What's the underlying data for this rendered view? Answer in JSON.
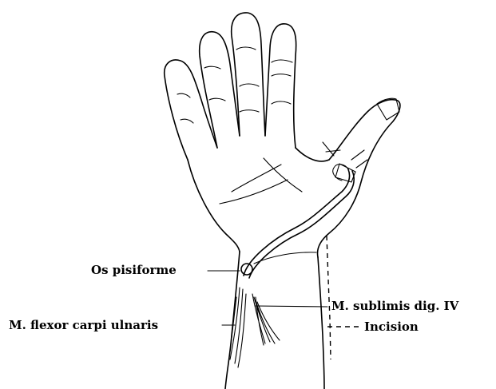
{
  "labels": {
    "os_pisiforme": "Os pisiforme",
    "m_sublimis": "M. sublimis dig. IV",
    "m_flexor": "M. flexor carpi ulnaris",
    "incision": "Incision"
  },
  "ink_color": "#000000"
}
